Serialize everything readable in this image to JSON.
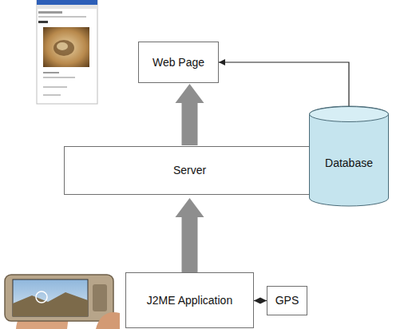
{
  "diagram": {
    "nodes": [
      {
        "text": [
          "Web Page"
        ]
      },
      {
        "text": [
          "Server"
        ]
      },
      {
        "text": [
          "Database"
        ]
      },
      {
        "text": [
          "J2ME Application"
        ]
      },
      {
        "text": [
          "GPS"
        ]
      }
    ],
    "edges": [
      {
        "from": 3,
        "to": 1,
        "arrow": "to"
      },
      {
        "from": 1,
        "to": 0,
        "arrow": "to"
      },
      {
        "from": 1,
        "to": 2,
        "arrow": "to"
      },
      {
        "from": 2,
        "to": 0,
        "arrow": "to"
      },
      {
        "from": 3,
        "to": 4,
        "arrow": "both"
      }
    ]
  }
}
